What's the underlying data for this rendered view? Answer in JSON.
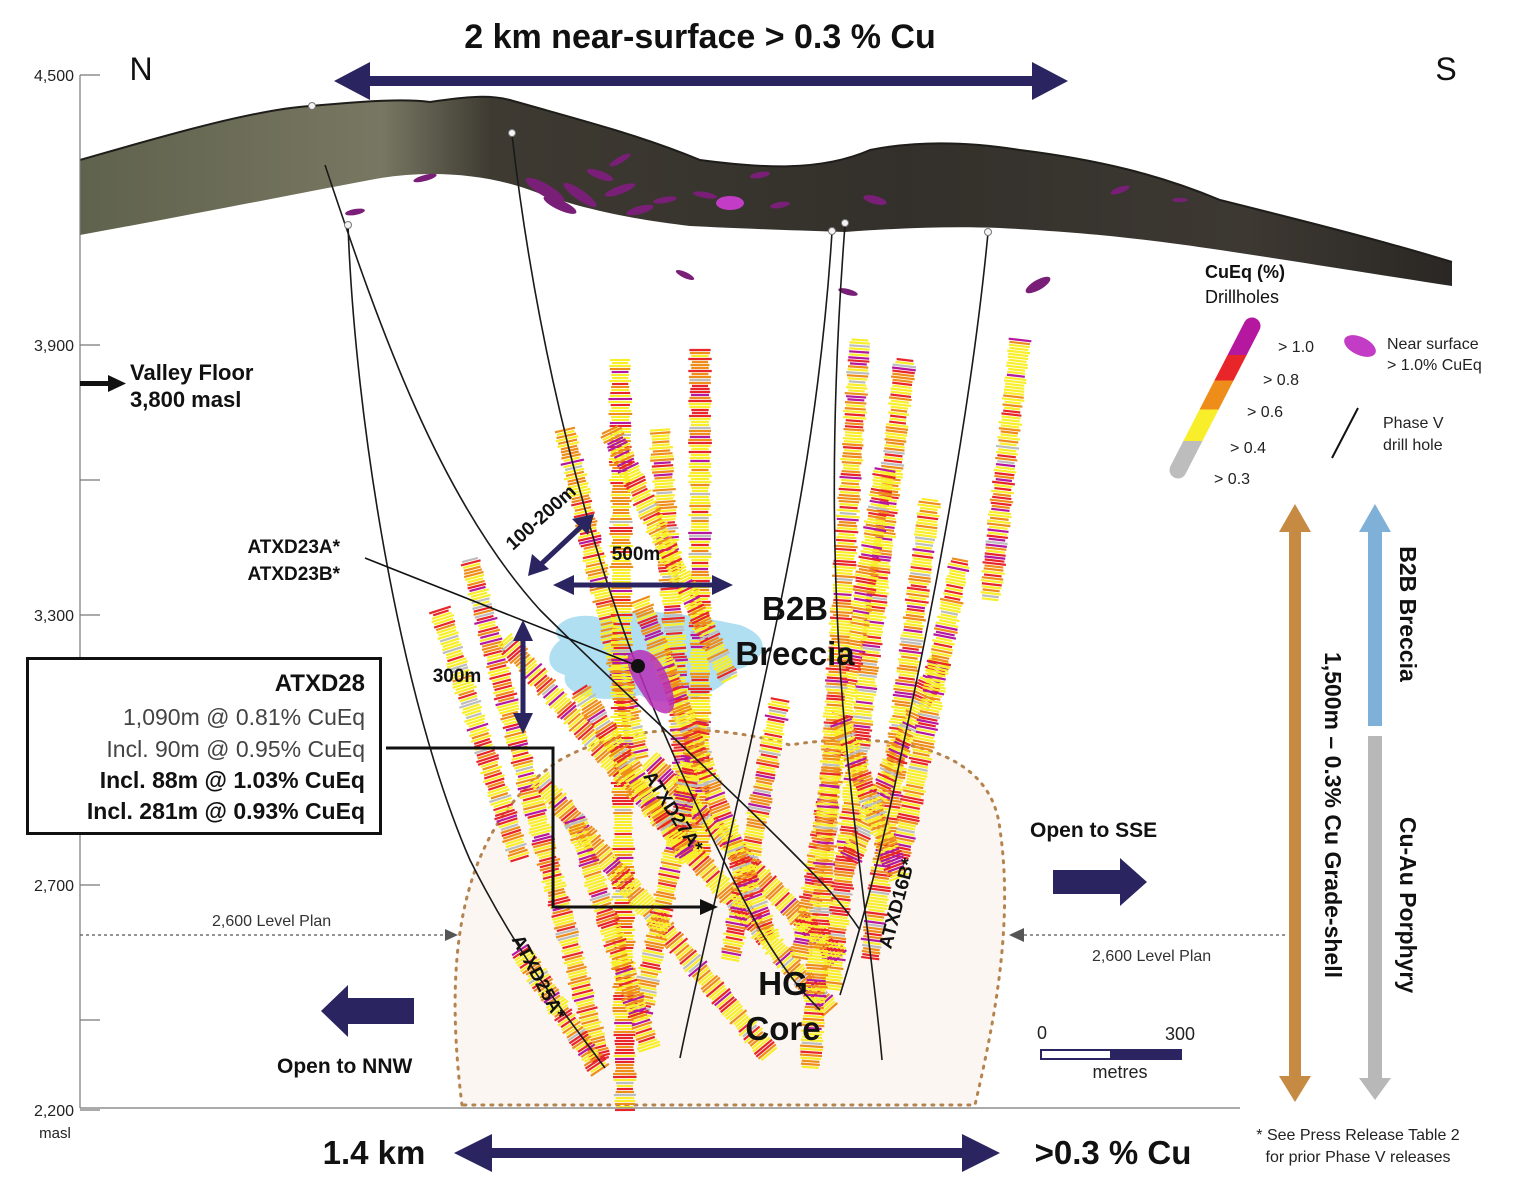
{
  "headline_top": "2 km near-surface > 0.3 % Cu",
  "compass": {
    "north": "N",
    "south": "S"
  },
  "axis": {
    "ticks": [
      {
        "value": 4500,
        "label": "4,500"
      },
      {
        "value": 3900,
        "label": "3,900"
      },
      {
        "value": 3600,
        "label": ""
      },
      {
        "value": 3300,
        "label": "3,300"
      },
      {
        "value": 3000,
        "label": ""
      },
      {
        "value": 2700,
        "label": "2,700"
      },
      {
        "value": 2400,
        "label": ""
      },
      {
        "value": 2200,
        "label": "2,200"
      }
    ],
    "unit": "masl"
  },
  "valley_floor": {
    "line1": "Valley Floor",
    "line2": "3,800 masl"
  },
  "legend": {
    "title": "CuEq (%)",
    "subtitle": "Drillholes",
    "bins": [
      {
        "label": "> 1.0",
        "color": "#b5179e"
      },
      {
        "label": "> 0.8",
        "color": "#e8262a"
      },
      {
        "label": "> 0.6",
        "color": "#ee8d1a"
      },
      {
        "label": "> 0.4",
        "color": "#f8ee2a"
      },
      {
        "label": "> 0.3",
        "color": "#bdbdbd"
      }
    ],
    "near_surface": {
      "line1": "Near surface",
      "line2": "> 1.0% CuEq"
    },
    "phase_v": {
      "line1": "Phase V",
      "line2": "drill hole"
    }
  },
  "vertical_bars": {
    "grade_shell": "1,500m – 0.3% Cu Grade-shell",
    "b2b": "B2B Breccia",
    "porphyry": "Cu-Au Porphyry"
  },
  "labels": {
    "atxd23a": "ATXD23A*",
    "atxd23b": "ATXD23B*",
    "dim_100_200": "100-200m",
    "dim_500": "500m",
    "dim_300": "300m",
    "b2b_line1": "B2B",
    "b2b_line2": "Breccia",
    "hg_line1": "HG",
    "hg_line2": "Core",
    "atxd27a": "ATXD27A*",
    "atxd16b": "ATXD16B*",
    "atxd25a": "ATXD25A*",
    "open_sse": "Open to SSE",
    "open_nnw": "Open to NNW",
    "level_plan_left": "2,600 Level Plan",
    "level_plan_right": "2,600 Level Plan"
  },
  "callout": {
    "title": "ATXD28",
    "line1": "1,090m @ 0.81% CuEq",
    "line2": "Incl. 90m @ 0.95% CuEq",
    "line3": "Incl. 88m @ 1.03% CuEq",
    "line4": "Incl. 281m @ 0.93% CuEq"
  },
  "scale_bar": {
    "min": "0",
    "max": "300",
    "unit": "metres"
  },
  "bottom": {
    "left": "1.4 km",
    "right": ">0.3 % Cu"
  },
  "footnote": {
    "line1": "* See Press Release Table 2",
    "line2": "for prior Phase V releases"
  }
}
